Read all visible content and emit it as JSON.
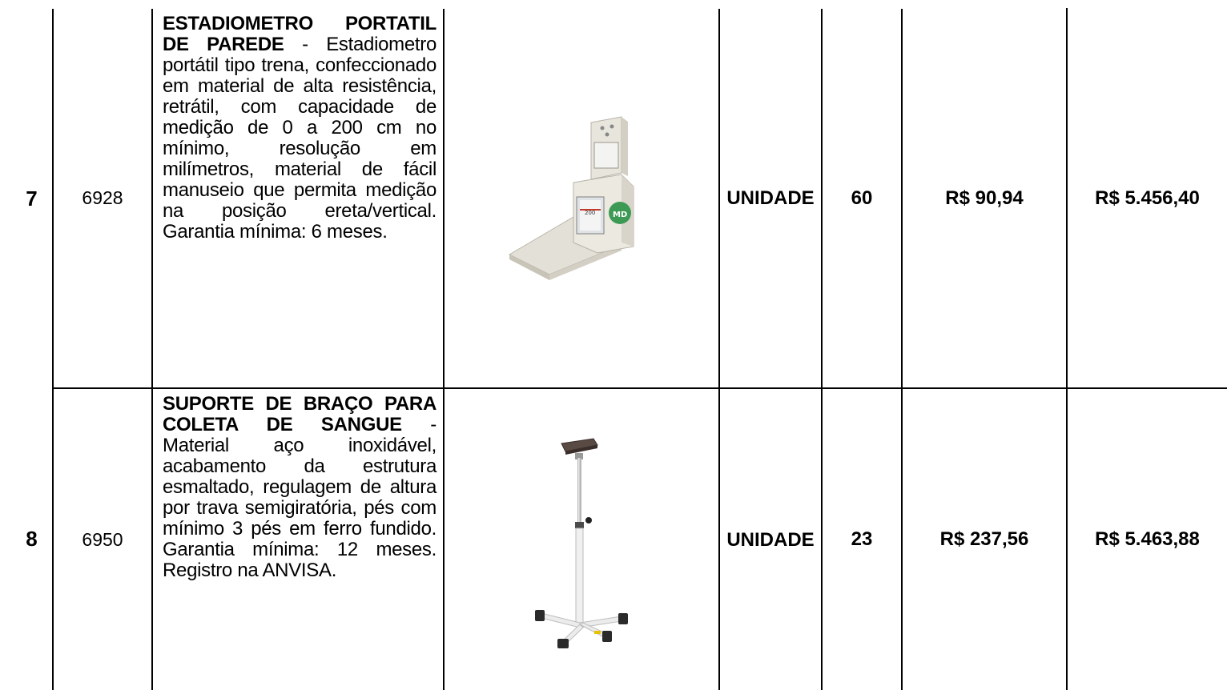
{
  "rows": [
    {
      "item": "7",
      "code": "6928",
      "title": "ESTADIOMETRO PORTATIL DE PAREDE",
      "description": " - Estadiometro portátil tipo trena, confeccionado em material de alta resistência, retrátil, com capacidade de medição de 0 a 200 cm no mínimo, resolução em milímetros, material de fácil manuseio que permita medição na posição ereta/vertical. Garantia mínima: 6 meses.",
      "image": "stadiometer-image",
      "unit": "UNIDADE",
      "quantity": "60",
      "unit_price": "R$ 90,94",
      "total": "R$ 5.456,40"
    },
    {
      "item": "8",
      "code": "6950",
      "title": "SUPORTE DE BRAÇO PARA COLETA DE SANGUE",
      "description": " - Material aço inoxidável, acabamento da estrutura esmaltado, regulagem de altura por trava semigiratória, pés com mínimo 3 pés em ferro fundido. Garantia mínima: 12 meses. Registro na ANVISA.",
      "image": "arm-support-stand-image",
      "unit": "UNIDADE",
      "quantity": "23",
      "unit_price": "R$ 237,56",
      "total": "R$ 5.463,88"
    }
  ]
}
